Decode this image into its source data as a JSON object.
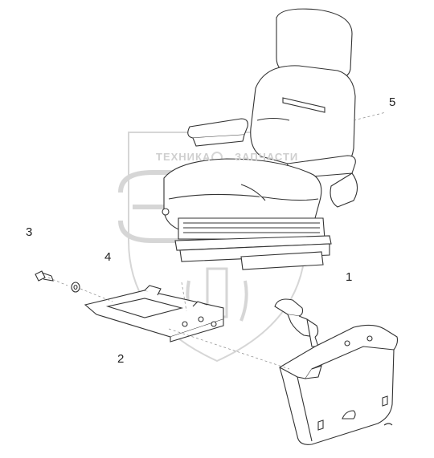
{
  "diagram": {
    "callouts": [
      {
        "id": "1",
        "label": "1"
      },
      {
        "id": "2",
        "label": "2"
      },
      {
        "id": "3",
        "label": "3"
      },
      {
        "id": "4",
        "label": "4"
      },
      {
        "id": "5",
        "label": "5"
      }
    ]
  },
  "watermark": {
    "line1_left": "ТЕХНИКА",
    "line1_right": "ЗАПЧАСТИ",
    "logo": "ЭПФ"
  },
  "colors": {
    "line": "#333333",
    "watermark": "#d4d4d4"
  }
}
